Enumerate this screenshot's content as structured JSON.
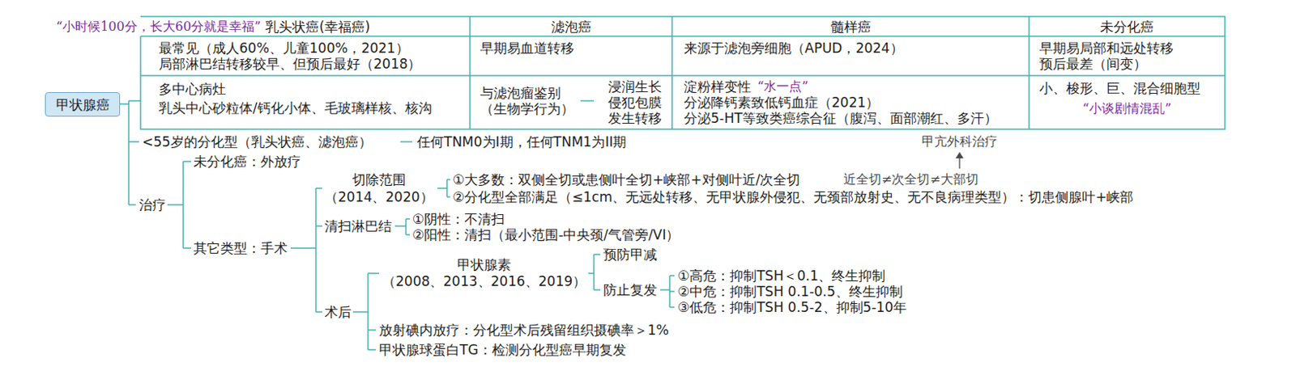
{
  "diagram": {
    "nodes": [
      {
        "text": [
          "甲状腺癌"
        ]
      }
    ],
    "labels": [
      "“小时候100分，长大60分就是幸福”",
      "乳头状癌(幸福癌)",
      "滤泡癌",
      "髓样癌",
      "未分化癌",
      "最常见（成人60%、儿童100%，2021）",
      "局部淋巴结转移较早、但预后最好（2018）",
      "早期易血道转移",
      "来源于滤泡旁细胞（APUD，2024）",
      "早期易局部和远处转移",
      "预后最差（间变）",
      "多中心病灶",
      "乳头中心砂粒体/钙化小体、毛玻璃样核、核沟",
      "与滤泡瘤鉴别",
      "（生物学行为）",
      "浸润生长",
      "侵犯包膜",
      "发生转移",
      "淀粉样变性",
      "“水一点”",
      "分泌降钙素致低钙血症（2021）",
      "分泌5-HT等致类癌综合征（腹泻、面部潮红、多汗）",
      "小、梭形、巨、混合细胞型",
      "“小谈剧情混乱”",
      "<55岁的分化型（乳头状癌、滤泡癌）",
      "任何TNM0为I期，任何TNM1为II期",
      "甲亢外科治疗",
      "近全切≠次全切≠大部切",
      "治疗",
      "未分化癌：外放疗",
      "其它类型：手术",
      "切除范围",
      "（2014、2020）",
      "①大多数：双侧全切或患侧叶全切+峡部+对侧叶近/次全切",
      "②分化型全部满足（≤1cm、无远处转移、无甲状腺外侵犯、无颈部放射史、无不良病理类型）：切患侧腺叶+峡部",
      "清扫淋巴结",
      "①阴性：不清扫",
      "②阳性：清扫（最小范围-中央颈/气管旁/VI）",
      "术后",
      "甲状腺素",
      "（2008、2013、2016、2019）",
      "预防甲减",
      "防止复发",
      "①高危：抑制TSH＜0.1、终生抑制",
      "②中危：抑制TSH 0.1-0.5、终生抑制",
      "③低危：抑制TSH 0.5-2、抑制5-10年",
      "放射碘内放疗：分化型术后残留组织摄碘率＞1%",
      "甲状腺球蛋白TG：检测分化型癌早期复发"
    ]
  }
}
